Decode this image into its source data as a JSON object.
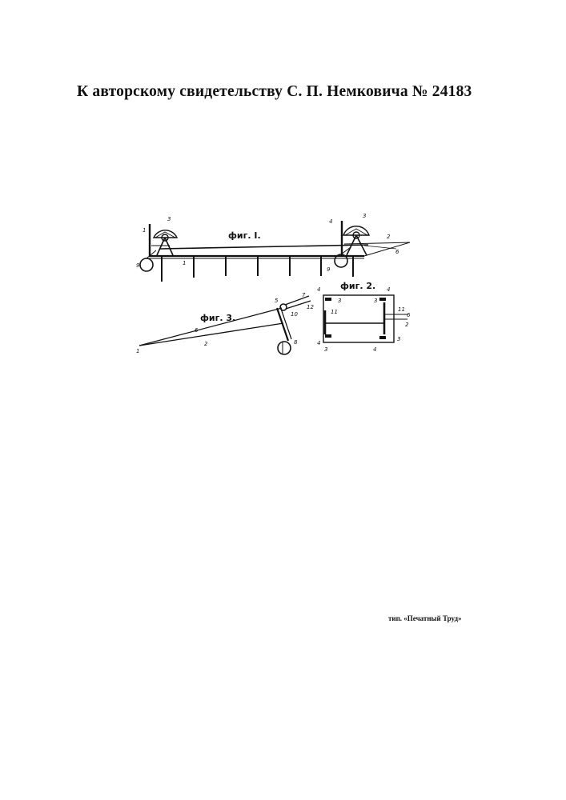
{
  "document": {
    "title": "К авторскому свидетельству С. П. Немковича № 24183",
    "imprint": "тип. «Печатный Труд»"
  },
  "figures": {
    "fig1": {
      "label": "фиг. I.",
      "labels": {
        "n1a": "1",
        "n1b": "1",
        "n3a": "3",
        "n3b": "3",
        "n4": "4",
        "n2": "2",
        "n6": "6",
        "n9a": "9",
        "n9b": "9"
      }
    },
    "fig2": {
      "label": "фиг. 2.",
      "labels": {
        "tl4": "4",
        "tl3": "3",
        "tr4": "4",
        "tr3": "3",
        "l11": "11",
        "r11": "11",
        "r6": "6",
        "r2": "2",
        "bl4": "4",
        "bl3": "3",
        "br4": "4",
        "br3": "3"
      }
    },
    "fig3": {
      "label": "фиг. 3.",
      "labels": {
        "n1": "1",
        "n6": "6",
        "n2": "2",
        "n5": "5",
        "n7": "7",
        "n10": "10",
        "n12": "12",
        "n8": "8"
      }
    }
  },
  "colors": {
    "ink": "#111111",
    "paper": "#ffffff"
  }
}
